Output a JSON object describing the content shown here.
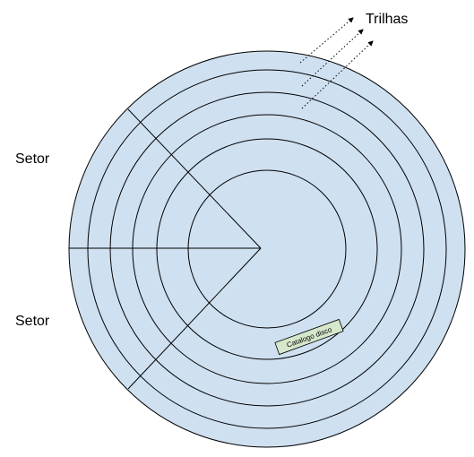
{
  "labels": {
    "tracks": "Trilhas",
    "sector_top": "Setor",
    "sector_bottom": "Setor",
    "catalog": "Catalogo disco"
  },
  "colors": {
    "disk_fill": "#cfe0f1",
    "stroke": "#000000",
    "catalog_fill": "#d6e8cc"
  }
}
